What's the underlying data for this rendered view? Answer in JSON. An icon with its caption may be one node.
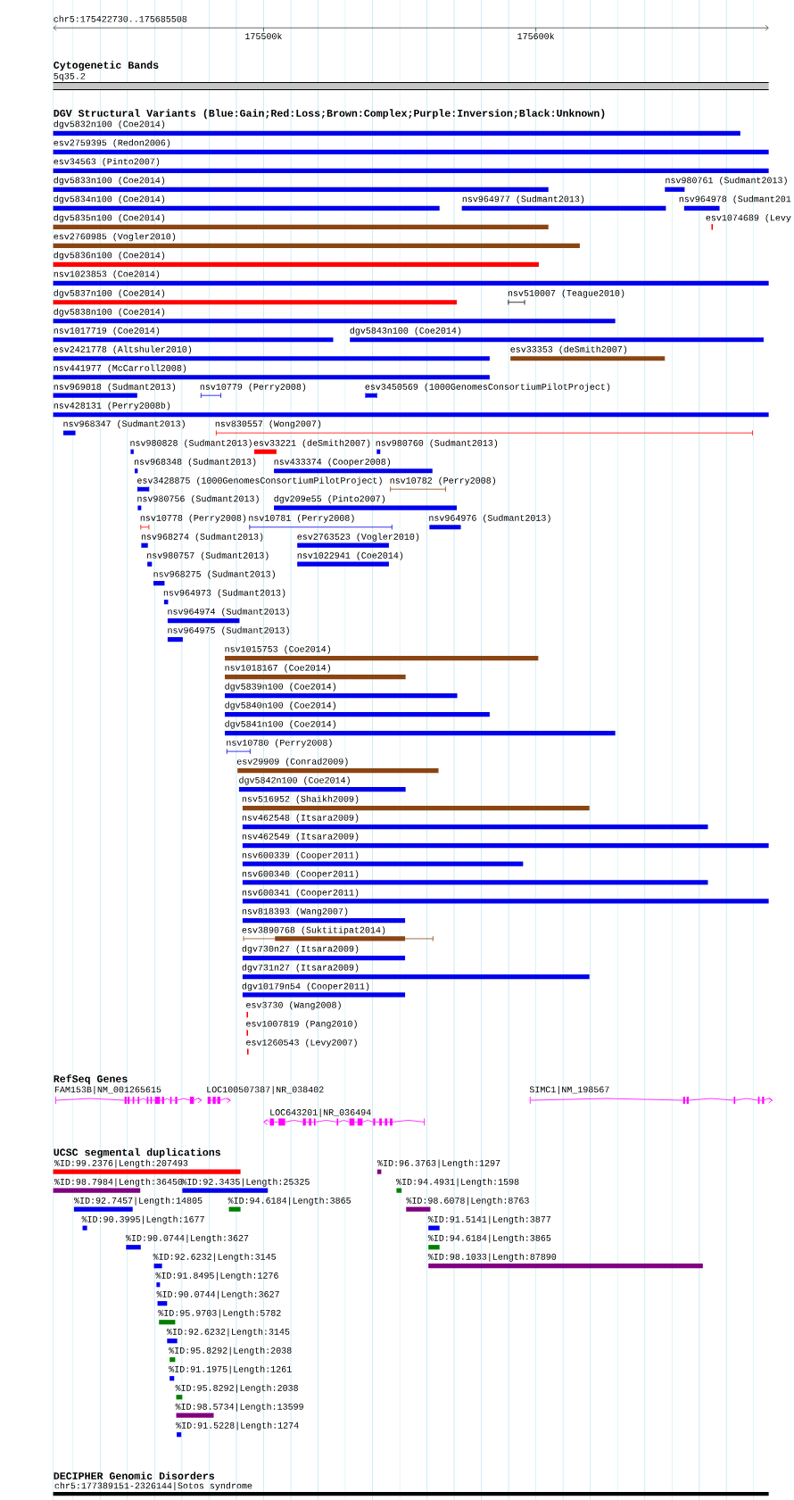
{
  "diagram": {
    "nodes": [
      {
        "text": [
          "5q35.2"
        ]
      },
      {
        "text": [
          "dgv5832n100 (Coe2014)"
        ]
      },
      {
        "text": [
          "esv2759395 (Redon2006)"
        ]
      },
      {
        "text": [
          "esv34563 (Pinto2007)"
        ]
      },
      {
        "text": [
          "dgv5833n100 (Coe2014)"
        ]
      },
      {
        "text": [
          "nsv980761 (Sudmant2013)"
        ]
      },
      {
        "text": [
          "dgv5834n100 (Coe2014)"
        ]
      },
      {
        "text": [
          "nsv964977 (Sudmant2013)"
        ]
      },
      {
        "text": [
          "nsv964978 (Sudmant201"
        ]
      },
      {
        "text": [
          "dgv5835n100 (Coe2014)"
        ]
      },
      {
        "text": [
          "esv1074689 (Levy"
        ]
      },
      {
        "text": [
          "esv2760985 (Vogler2010)"
        ]
      },
      {
        "text": [
          "dgv5836n100 (Coe2014)"
        ]
      },
      {
        "text": [
          "nsv1023853 (Coe2014)"
        ]
      },
      {
        "text": [
          "dgv5837n100 (Coe2014)"
        ]
      },
      {
        "text": [
          "nsv510007 (Teague2010)"
        ]
      },
      {
        "text": [
          "dgv5838n100 (Coe2014)"
        ]
      },
      {
        "text": [
          "nsv1017719 (Coe2014)"
        ]
      },
      {
        "text": [
          "dgv5843n100 (Coe2014)"
        ]
      },
      {
        "text": [
          "esv2421778 (Altshuler2010)"
        ]
      },
      {
        "text": [
          "esv33353 (deSmith2007)"
        ]
      },
      {
        "text": [
          "nsv441977 (McCarroll2008)"
        ]
      },
      {
        "text": [
          "nsv969018 (Sudmant2013)"
        ]
      },
      {
        "text": [
          "nsv10779 (Perry2008)"
        ]
      },
      {
        "text": [
          "esv3450569 (1000GenomesConsortiumPilotProject)"
        ]
      },
      {
        "text": [
          "nsv428131 (Perry2008b)"
        ]
      },
      {
        "text": [
          "nsv968347 (Sudmant2013)"
        ]
      },
      {
        "text": [
          "nsv830557 (Wong2007)"
        ]
      },
      {
        "text": [
          "nsv980828 (Sudmant2013)"
        ]
      },
      {
        "text": [
          "esv33221 (deSmith2007)"
        ]
      },
      {
        "text": [
          "nsv980760 (Sudmant2013)"
        ]
      },
      {
        "text": [
          "nsv968348 (Sudmant2013)"
        ]
      },
      {
        "text": [
          "nsv433374 (Cooper2008)"
        ]
      },
      {
        "text": [
          "esv3428875 (1000GenomesConsortiumPilotProject)"
        ]
      },
      {
        "text": [
          "nsv10782 (Perry2008)"
        ]
      },
      {
        "text": [
          "nsv980756 (Sudmant2013)"
        ]
      },
      {
        "text": [
          "dgv209e55 (Pinto2007)"
        ]
      },
      {
        "text": [
          "nsv10778 (Perry2008)"
        ]
      },
      {
        "text": [
          "nsv10781 (Perry2008)"
        ]
      },
      {
        "text": [
          "nsv964976 (Sudmant2013)"
        ]
      },
      {
        "text": [
          "nsv968274 (Sudmant2013)"
        ]
      },
      {
        "text": [
          "esv2763523 (Vogler2010)"
        ]
      },
      {
        "text": [
          "nsv980757 (Sudmant2013)"
        ]
      },
      {
        "text": [
          "nsv1022941 (Coe2014)"
        ]
      },
      {
        "text": [
          "nsv968275 (Sudmant2013)"
        ]
      },
      {
        "text": [
          "nsv964973 (Sudmant2013)"
        ]
      },
      {
        "text": [
          "nsv964974 (Sudmant2013)"
        ]
      },
      {
        "text": [
          "nsv964975 (Sudmant2013)"
        ]
      },
      {
        "text": [
          "nsv1015753 (Coe2014)"
        ]
      },
      {
        "text": [
          "nsv1018167 (Coe2014)"
        ]
      },
      {
        "text": [
          "dgv5839n100 (Coe2014)"
        ]
      },
      {
        "text": [
          "dgv5840n100 (Coe2014)"
        ]
      },
      {
        "text": [
          "dgv5841n100 (Coe2014)"
        ]
      },
      {
        "text": [
          "nsv10780 (Perry2008)"
        ]
      },
      {
        "text": [
          "esv29909 (Conrad2009)"
        ]
      },
      {
        "text": [
          "dgv5842n100 (Coe2014)"
        ]
      },
      {
        "text": [
          "nsv516952 (Shaikh2009)"
        ]
      },
      {
        "text": [
          "nsv462548 (Itsara2009)"
        ]
      },
      {
        "text": [
          "nsv462549 (Itsara2009)"
        ]
      },
      {
        "text": [
          "nsv600339 (Cooper2011)"
        ]
      },
      {
        "text": [
          "nsv600340 (Cooper2011)"
        ]
      },
      {
        "text": [
          "nsv600341 (Cooper2011)"
        ]
      },
      {
        "text": [
          "nsv818393 (Wang2007)"
        ]
      },
      {
        "text": [
          "esv3890768 (Suktitipat2014)"
        ]
      },
      {
        "text": [
          "dgv730n27 (Itsara2009)"
        ]
      },
      {
        "text": [
          "dgv731n27 (Itsara2009)"
        ]
      },
      {
        "text": [
          "dgv10179n54 (Cooper2011)"
        ]
      },
      {
        "text": [
          "esv3730 (Wang2008)"
        ]
      },
      {
        "text": [
          "esv1007819 (Pang2010)"
        ]
      },
      {
        "text": [
          "esv1260543 (Levy2007)"
        ]
      },
      {
        "text": [
          "FAM153B|NM_001265615"
        ]
      },
      {
        "text": [
          "LOC100507387|NR_038402"
        ]
      },
      {
        "text": [
          "SIMC1|NM_198567"
        ]
      },
      {
        "text": [
          "LOC643201|NR_036494"
        ]
      },
      {
        "text": [
          "%ID:99.2376|Length:207493"
        ]
      },
      {
        "text": [
          "%ID:96.3763|Length:1297"
        ]
      },
      {
        "text": [
          "%ID:98.7984|Length:36450"
        ]
      },
      {
        "text": [
          "%ID:92.3435|Length:25325"
        ]
      },
      {
        "text": [
          "%ID:94.4931|Length:1598"
        ]
      },
      {
        "text": [
          "%ID:92.7457|Length:14805"
        ]
      },
      {
        "text": [
          "%ID:94.6184|Length:3865"
        ]
      },
      {
        "text": [
          "%ID:98.6078|Length:8763"
        ]
      },
      {
        "text": [
          "%ID:90.3995|Length:1677"
        ]
      },
      {
        "text": [
          "%ID:91.5141|Length:3877"
        ]
      },
      {
        "text": [
          "%ID:90.0744|Length:3627"
        ]
      },
      {
        "text": [
          "%ID:94.6184|Length:3865"
        ]
      },
      {
        "text": [
          "%ID:92.6232|Length:3145"
        ]
      },
      {
        "text": [
          "%ID:98.1033|Length:87890"
        ]
      },
      {
        "text": [
          "%ID:91.8495|Length:1276"
        ]
      },
      {
        "text": [
          "%ID:90.0744|Length:3627"
        ]
      },
      {
        "text": [
          "%ID:95.9703|Length:5782"
        ]
      },
      {
        "text": [
          "%ID:92.6232|Length:3145"
        ]
      },
      {
        "text": [
          "%ID:95.8292|Length:2038"
        ]
      },
      {
        "text": [
          "%ID:91.1975|Length:1261"
        ]
      },
      {
        "text": [
          "%ID:95.8292|Length:2038"
        ]
      },
      {
        "text": [
          "%ID:98.5734|Length:13599"
        ]
      },
      {
        "text": [
          "%ID:91.5228|Length:1274"
        ]
      },
      {
        "text": [
          "chr5:177389151-2326144|Sotos syndrome"
        ]
      }
    ],
    "labels": [
      "chr5:175422730..175685508",
      "175500k",
      "175600k",
      "Cytogenetic Bands",
      "DGV Structural Variants (Blue:Gain;Red:Loss;Brown:Complex;Purple:Inversion;Black:Unknown)",
      "RefSeq Genes",
      "UCSC segmental duplications",
      "DECIPHER Genomic Disorders"
    ]
  }
}
